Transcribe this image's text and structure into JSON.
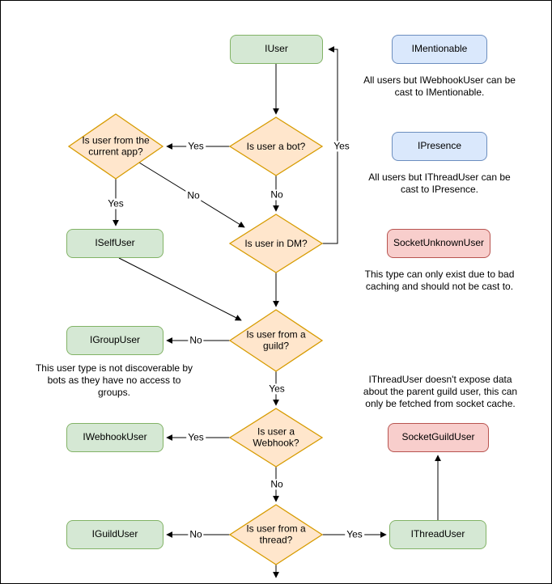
{
  "diagram": {
    "nodes": {
      "iuser": {
        "label": "IUser"
      },
      "imentionable": {
        "label": "IMentionable"
      },
      "ipresence": {
        "label": "IPresence"
      },
      "socketunknownuser": {
        "label": "SocketUnknownUser"
      },
      "iselfuser": {
        "label": "ISelfUser"
      },
      "igroupuser": {
        "label": "IGroupUser"
      },
      "iwebhookuser": {
        "label": "IWebhookUser"
      },
      "socketguilduser": {
        "label": "SocketGuildUser"
      },
      "iguilduser": {
        "label": "IGuildUser"
      },
      "ithreaduser": {
        "label": "IThreadUser"
      }
    },
    "decisions": {
      "is_bot": {
        "label": "Is user a bot?"
      },
      "from_current_app": {
        "label": "Is user from the current app?"
      },
      "in_dm": {
        "label": "Is user in DM?"
      },
      "from_guild": {
        "label": "Is user from a guild?"
      },
      "is_webhook": {
        "label": "Is user a Webhook?"
      },
      "from_thread": {
        "label": "Is user from a thread?"
      }
    },
    "edge_labels": {
      "bot_yes": "Yes",
      "bot_no": "No",
      "app_yes": "Yes",
      "app_no": "No",
      "dm_yes": "Yes",
      "guild_no": "No",
      "guild_yes": "Yes",
      "webhook_yes": "Yes",
      "webhook_no": "No",
      "thread_no": "No",
      "thread_yes": "Yes"
    },
    "captions": {
      "imentionable_note": "All users but IWebhookUser can be cast to IMentionable.",
      "ipresence_note": "All users but IThreadUser can be cast to IPresence.",
      "socketunknown_note": "This type can only exist due to bad caching and should not be cast to.",
      "igroupuser_note": "This user type is not discoverable by bots as they have no access to groups.",
      "ithreaduser_note": "IThreadUser doesn't expose data about the parent guild user, this can only be fetched from socket cache."
    },
    "colors": {
      "green_fill": "#d5e8d4",
      "green_border": "#82b366",
      "blue_fill": "#dae8fc",
      "blue_border": "#6c8ebf",
      "red_fill": "#f8cecc",
      "red_border": "#b85450",
      "orange_fill": "#ffe6cc",
      "orange_border": "#d79b00",
      "edge": "#000000"
    }
  }
}
